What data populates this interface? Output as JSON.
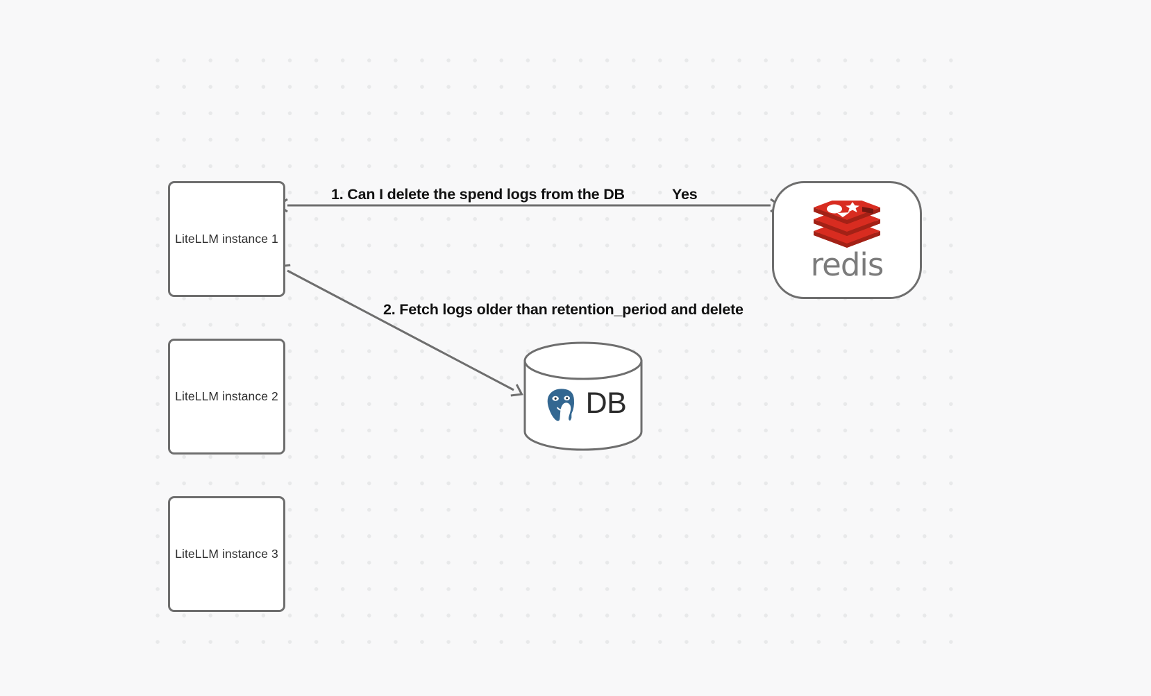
{
  "canvas": {
    "background_color": "#f8f8f9",
    "dot_color": "#e8e9ea",
    "stroke_color": "#6e6e6e"
  },
  "nodes": {
    "litellm_1": {
      "label": "LiteLLM instance 1"
    },
    "litellm_2": {
      "label": "LiteLLM instance 2"
    },
    "litellm_3": {
      "label": "LiteLLM instance 3"
    },
    "redis": {
      "label": "redis",
      "brand_color": "#d32b21"
    },
    "database": {
      "label": "DB",
      "brand_color": "#336791"
    }
  },
  "edges": {
    "step_1": {
      "label": "1.  Can I delete the spend logs from the DB"
    },
    "step_1_reply": {
      "label": "Yes"
    },
    "step_2": {
      "label": "2.  Fetch logs older than retention_period and delete"
    }
  }
}
